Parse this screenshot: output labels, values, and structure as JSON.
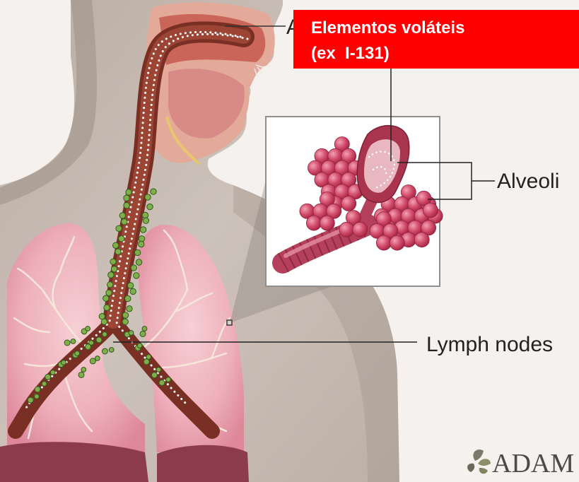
{
  "figure": {
    "callout": {
      "line1": "Elementos voláteis",
      "line2": "(ex  I-131)"
    },
    "labels": {
      "top_partial": "A",
      "alveoli": "Alveoli",
      "lymph_nodes": "Lymph nodes"
    },
    "logo": {
      "text": "ADAM",
      "icon": "leaf-icon"
    }
  },
  "colors": {
    "callout_bg": "#ff0000",
    "callout_text": "#ffffff",
    "label_text": "#222222",
    "lung": "#eaa2b1",
    "alveoli": "#c8405f",
    "lymph_node": "#7fae4a",
    "trachea": "#8a3a2c",
    "skin": "#c7bbb3",
    "background": "#f4f1ee"
  }
}
